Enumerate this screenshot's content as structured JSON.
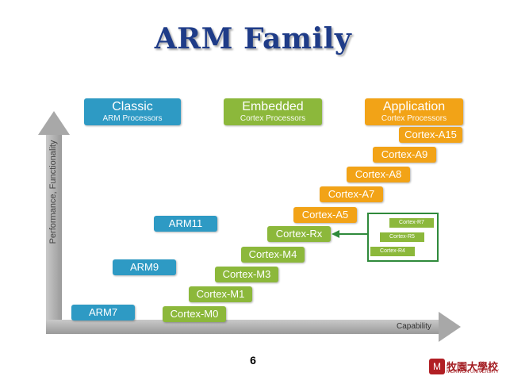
{
  "slide": {
    "title": "ARM Family",
    "page_number": "6",
    "y_axis_label": "Performance, Functionality",
    "x_axis_label": "Capability"
  },
  "categories": {
    "classic": {
      "title": "Classic",
      "subtitle": "ARM Processors",
      "color": "#2e9ac4"
    },
    "embedded": {
      "title": "Embedded",
      "subtitle": "Cortex Processors",
      "color": "#8cb83b"
    },
    "application": {
      "title": "Application",
      "subtitle": "Cortex Processors",
      "color": "#f2a317"
    }
  },
  "classic_processors": [
    "ARM7",
    "ARM9",
    "ARM11"
  ],
  "embedded_processors": [
    "Cortex-M0",
    "Cortex-M1",
    "Cortex-M3",
    "Cortex-M4",
    "Cortex-Rx"
  ],
  "application_processors": [
    "Cortex-A5",
    "Cortex-A7",
    "Cortex-A8",
    "Cortex-A9",
    "Cortex-A15"
  ],
  "rx_group": [
    "Cortex-R7",
    "Cortex-R5",
    "Cortex-R4"
  ],
  "logo": {
    "name": "牧園大學校",
    "subtitle": "MOKWON UNIVERSITY",
    "emblem": "M"
  }
}
